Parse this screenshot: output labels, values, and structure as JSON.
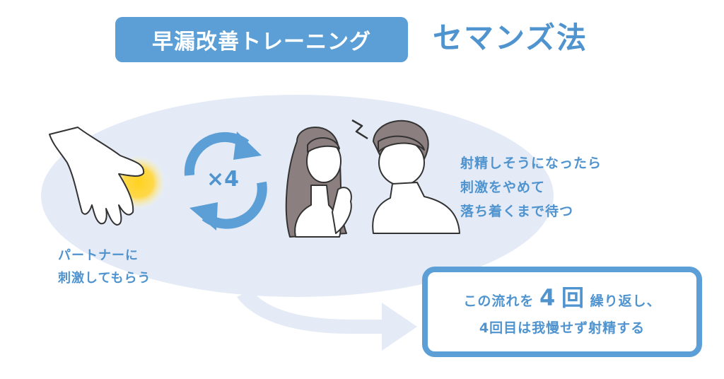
{
  "header": {
    "title": "早漏改善トレーニング",
    "method": "セマンズ法"
  },
  "cycle": {
    "times_label": "×4"
  },
  "labels": {
    "partner_line1": "パートナーに",
    "partner_line2": "刺激してもらう",
    "stop_line1": "射精しそうになったら",
    "stop_line2": "刺激をやめて",
    "stop_line3": "落ち着くまで待つ"
  },
  "result": {
    "line1_pre": "この流れを",
    "line1_num": "4",
    "line1_unit": "回",
    "line1_post": "繰り返し、",
    "line2": "4回目は我慢せず射精する"
  },
  "colors": {
    "accent": "#5b9fd6",
    "text_accent": "#4f93cf",
    "oval_bg": "#e4ebf6",
    "glow": "#ffd21f"
  }
}
